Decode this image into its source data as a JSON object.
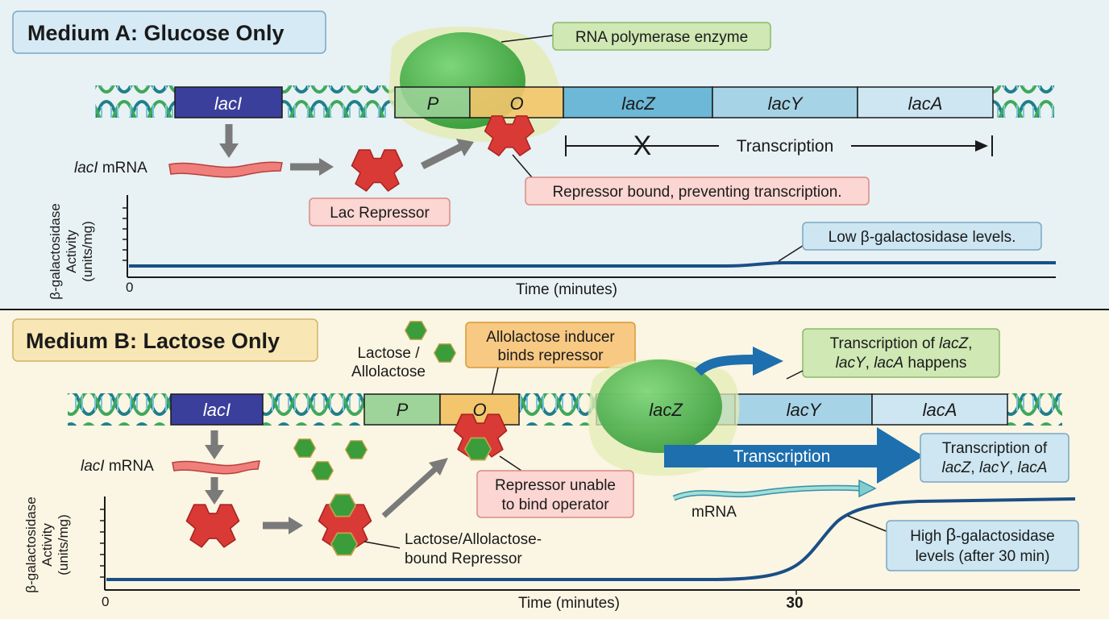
{
  "panel_a": {
    "title": "Medium A: Glucose Only",
    "rna_polymerase_label": "RNA polymerase enzyme",
    "genes": {
      "laci": "lacI",
      "p": "P",
      "o": "O",
      "lacz": "lacZ",
      "lacy": "lacY",
      "laca": "lacA"
    },
    "laci_mrna_italic": "lacI",
    "laci_mrna_suffix": " mRNA",
    "lac_repressor_label": "Lac Repressor",
    "blocked_transcription_label": "Transcription",
    "repressor_bound_label": "Repressor bound, preventing transcription.",
    "low_levels_label": "Low β-galactosidase levels.",
    "y_axis_line1": "β-galactosidase",
    "y_axis_line2": "Activity",
    "y_axis_line3": "(units/mg)",
    "x_axis_label": "Time (minutes)",
    "x_origin": "0"
  },
  "panel_b": {
    "title": "Medium B: Lactose Only",
    "lactose_label_line1": "Lactose /",
    "lactose_label_line2": "Allolactose",
    "inducer_label_line1": "Allolactose inducer",
    "inducer_label_line2": "binds repressor",
    "genes": {
      "laci": "lacI",
      "p": "P",
      "o": "O",
      "lacz": "lacZ",
      "lacy": "lacY",
      "laca": "lacA"
    },
    "transcription_happens": {
      "line1_prefix": "Transcription of ",
      "line1_gene": "lacZ",
      "line1_suffix": ",",
      "line2_gene1": "lacY",
      "line2_sep": ", ",
      "line2_gene2": "lacA",
      "line2_suffix": " happens"
    },
    "laci_mrna_italic": "lacI",
    "laci_mrna_suffix": " mRNA",
    "transcription_arrow_label": "Transcription",
    "transcription_of_box": {
      "line1": "Transcription of",
      "gene1": "lacZ",
      "sep1": ", ",
      "gene2": "lacY",
      "sep2": ", ",
      "gene3": "lacA"
    },
    "mrna_label": "mRNA",
    "repressor_unable_line1": "Repressor unable",
    "repressor_unable_line2": "to bind operator",
    "bound_repressor_line1": "Lactose/Allolactose-",
    "bound_repressor_line2": "bound Repressor",
    "high_levels_line1_prefix": "High ",
    "high_levels_line1_beta": "β",
    "high_levels_line1_suffix": "-galactosidase",
    "high_levels_line2": "levels (after 30 min)",
    "y_axis_line1": "β-galactosidase",
    "y_axis_line2": "Activity",
    "y_axis_line3": "(units/mg)",
    "x_axis_label": "Time (minutes)",
    "x_origin": "0",
    "x_tick_30": "30"
  },
  "colors": {
    "panel_a_bg": "#e8f1f3",
    "panel_b_bg": "#fbf5e3",
    "laci": "#3b3f9c",
    "promoter": "#9ed49a",
    "operator": "#f3c56c",
    "lacz": "#6cb8d6",
    "lacy": "#a7d3e6",
    "laca": "#cde6f1",
    "repressor": "#d93a35",
    "polymerase": "#4cb349",
    "curve": "#1a4f86",
    "transcription_arrow": "#1d6fae"
  }
}
